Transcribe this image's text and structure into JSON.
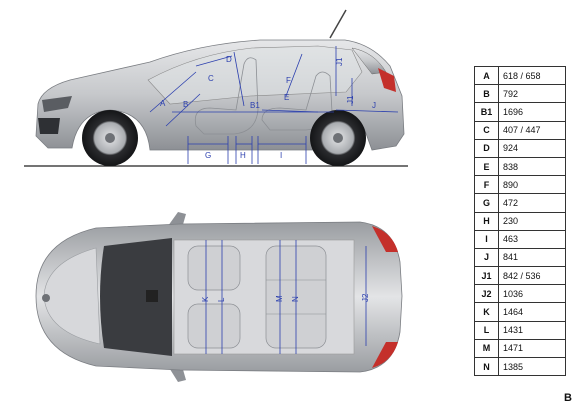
{
  "side_labels": [
    "A",
    "B",
    "C",
    "D",
    "E",
    "F",
    "J1",
    "J1",
    "J",
    "B1",
    "G",
    "H",
    "I"
  ],
  "top_labels": [
    "K",
    "L",
    "M",
    "N",
    "J2"
  ],
  "dimensions": [
    {
      "key": "A",
      "value": "618 / 658"
    },
    {
      "key": "B",
      "value": "792"
    },
    {
      "key": "B1",
      "value": "1696"
    },
    {
      "key": "C",
      "value": "407 / 447"
    },
    {
      "key": "D",
      "value": "924"
    },
    {
      "key": "E",
      "value": "838"
    },
    {
      "key": "F",
      "value": "890"
    },
    {
      "key": "G",
      "value": "472"
    },
    {
      "key": "H",
      "value": "230"
    },
    {
      "key": "I",
      "value": "463"
    },
    {
      "key": "J",
      "value": "841"
    },
    {
      "key": "J1",
      "value": "842 / 536"
    },
    {
      "key": "J2",
      "value": "1036"
    },
    {
      "key": "K",
      "value": "1464"
    },
    {
      "key": "L",
      "value": "1431"
    },
    {
      "key": "M",
      "value": "1471"
    },
    {
      "key": "N",
      "value": "1385"
    }
  ],
  "corner_label": "B",
  "colors": {
    "dimension_lines": "#2b3fae",
    "car_body": "#c9cbce",
    "glass": "#3a3c40",
    "tail_light": "#c4302b"
  }
}
